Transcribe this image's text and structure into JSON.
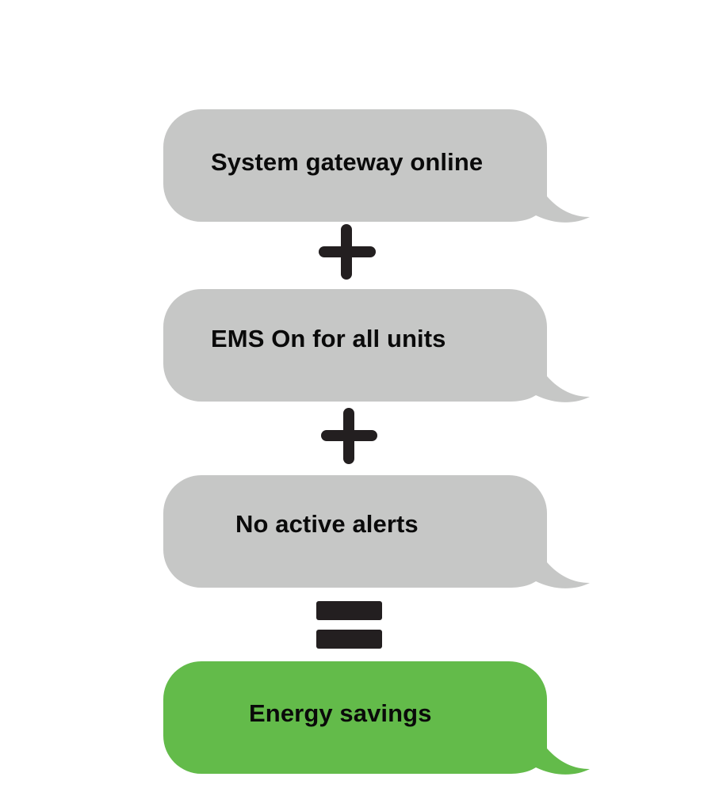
{
  "diagram": {
    "type": "equation-flow",
    "colors": {
      "condition_bubble": "#c6c7c6",
      "result_bubble": "#63bb4a",
      "operator": "#231f20",
      "text": "#0a0a0a"
    },
    "conditions": [
      {
        "label": "System gateway online"
      },
      {
        "label": "EMS On for all units"
      },
      {
        "label": "No active alerts"
      }
    ],
    "operators": [
      {
        "symbol": "+",
        "name": "plus"
      },
      {
        "symbol": "+",
        "name": "plus"
      },
      {
        "symbol": "=",
        "name": "equals"
      }
    ],
    "result": {
      "label": "Energy savings"
    }
  }
}
